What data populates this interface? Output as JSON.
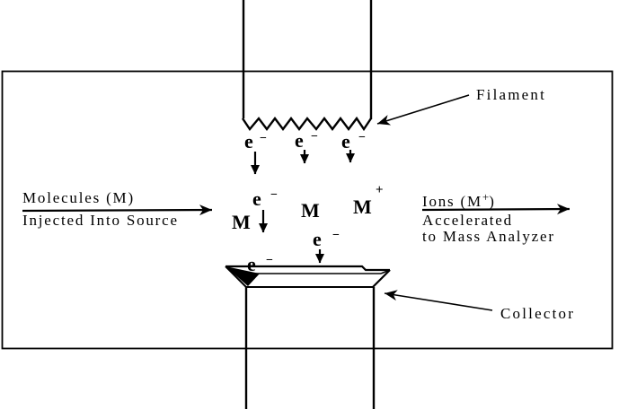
{
  "labels": {
    "filament": "Filament",
    "collector": "Collector"
  },
  "molecules_annotation": {
    "line1": "Molecules (M)",
    "line2": "Injected Into Source"
  },
  "ions_annotation": {
    "line1_base": "Ions (M",
    "line1_sup": "+",
    "line1_close": ")",
    "line2": "Accelerated",
    "line3": "to Mass Analyzer"
  },
  "particles": {
    "electron": "e",
    "electron_charge": "−",
    "molecule": "M",
    "ion": "M",
    "ion_charge": "+"
  },
  "colors": {
    "ink": "#000000",
    "background": "#ffffff"
  }
}
